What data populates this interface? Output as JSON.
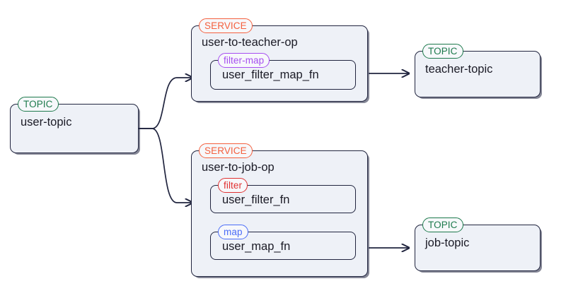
{
  "diagram": {
    "type": "dataflow-pipeline",
    "background_color": "#ffffff",
    "node_fill": "#eef1f7",
    "node_border": "#21253f",
    "edge_color": "#21253f",
    "badge_colors": {
      "TOPIC": "#1d7a4c",
      "SERVICE": "#f4603e",
      "filter-map": "#a64ef0",
      "filter": "#e03131",
      "map": "#4a6cf7"
    }
  },
  "nodes": {
    "user_topic": {
      "badge": "TOPIC",
      "title": "user-topic"
    },
    "user_to_teacher_op": {
      "badge": "SERVICE",
      "title": "user-to-teacher-op",
      "operator": {
        "badge": "filter-map",
        "title": "user_filter_map_fn"
      }
    },
    "teacher_topic": {
      "badge": "TOPIC",
      "title": "teacher-topic"
    },
    "user_to_job_op": {
      "badge": "SERVICE",
      "title": "user-to-job-op",
      "operators": [
        {
          "badge": "filter",
          "title": "user_filter_fn"
        },
        {
          "badge": "map",
          "title": "user_map_fn"
        }
      ]
    },
    "job_topic": {
      "badge": "TOPIC",
      "title": "job-topic"
    }
  },
  "edges": [
    {
      "from": "user-topic",
      "to": "user-to-teacher-op"
    },
    {
      "from": "user-topic",
      "to": "user-to-job-op"
    },
    {
      "from": "user-to-teacher-op",
      "to": "teacher-topic"
    },
    {
      "from": "user-filter-fn",
      "to": "user-map-fn"
    },
    {
      "from": "user-to-job-op",
      "to": "job-topic"
    }
  ]
}
